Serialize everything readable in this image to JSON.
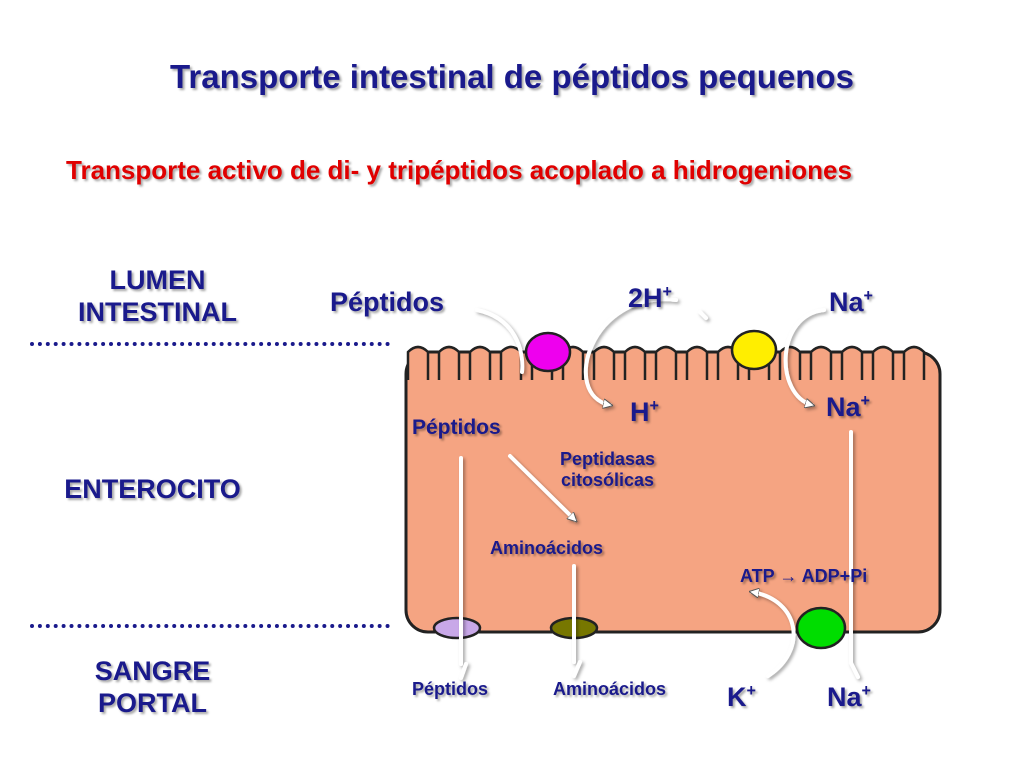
{
  "title": "Transporte intestinal de péptidos pequenos",
  "subtitle": "Transporte activo de di- y tripéptidos acoplado a hidrogeniones",
  "regions": {
    "lumen": "LUMEN INTESTINAL",
    "enterocito": "ENTEROCITO",
    "sangre": "SANGRE PORTAL"
  },
  "labels": {
    "peptidos_lumen": "Péptidos",
    "h2_lumen": "2H",
    "na_lumen": "Na",
    "peptidos_cell": "Péptidos",
    "h_cell": "H",
    "na_cell": "Na",
    "peptidasas": "Peptidasas citosólicas",
    "aminoacidos_cell": "Aminoácidos",
    "atp_reaction": "ATP → ADP+Pi",
    "peptidos_blood": "Péptidos",
    "aminoacidos_blood": "Aminoácidos",
    "k_blood": "K",
    "na_blood": "Na",
    "plus": "+"
  },
  "colors": {
    "title": "#1a1a8c",
    "subtitle": "#e00000",
    "cell_fill": "#f5a482",
    "transporter_peptide": "#ee00ee",
    "transporter_na_h": "#ffee00",
    "pump_na_k": "#00dd00",
    "basal_peptide_carrier": "#c8a8e8",
    "basal_aa_carrier": "#777700"
  }
}
